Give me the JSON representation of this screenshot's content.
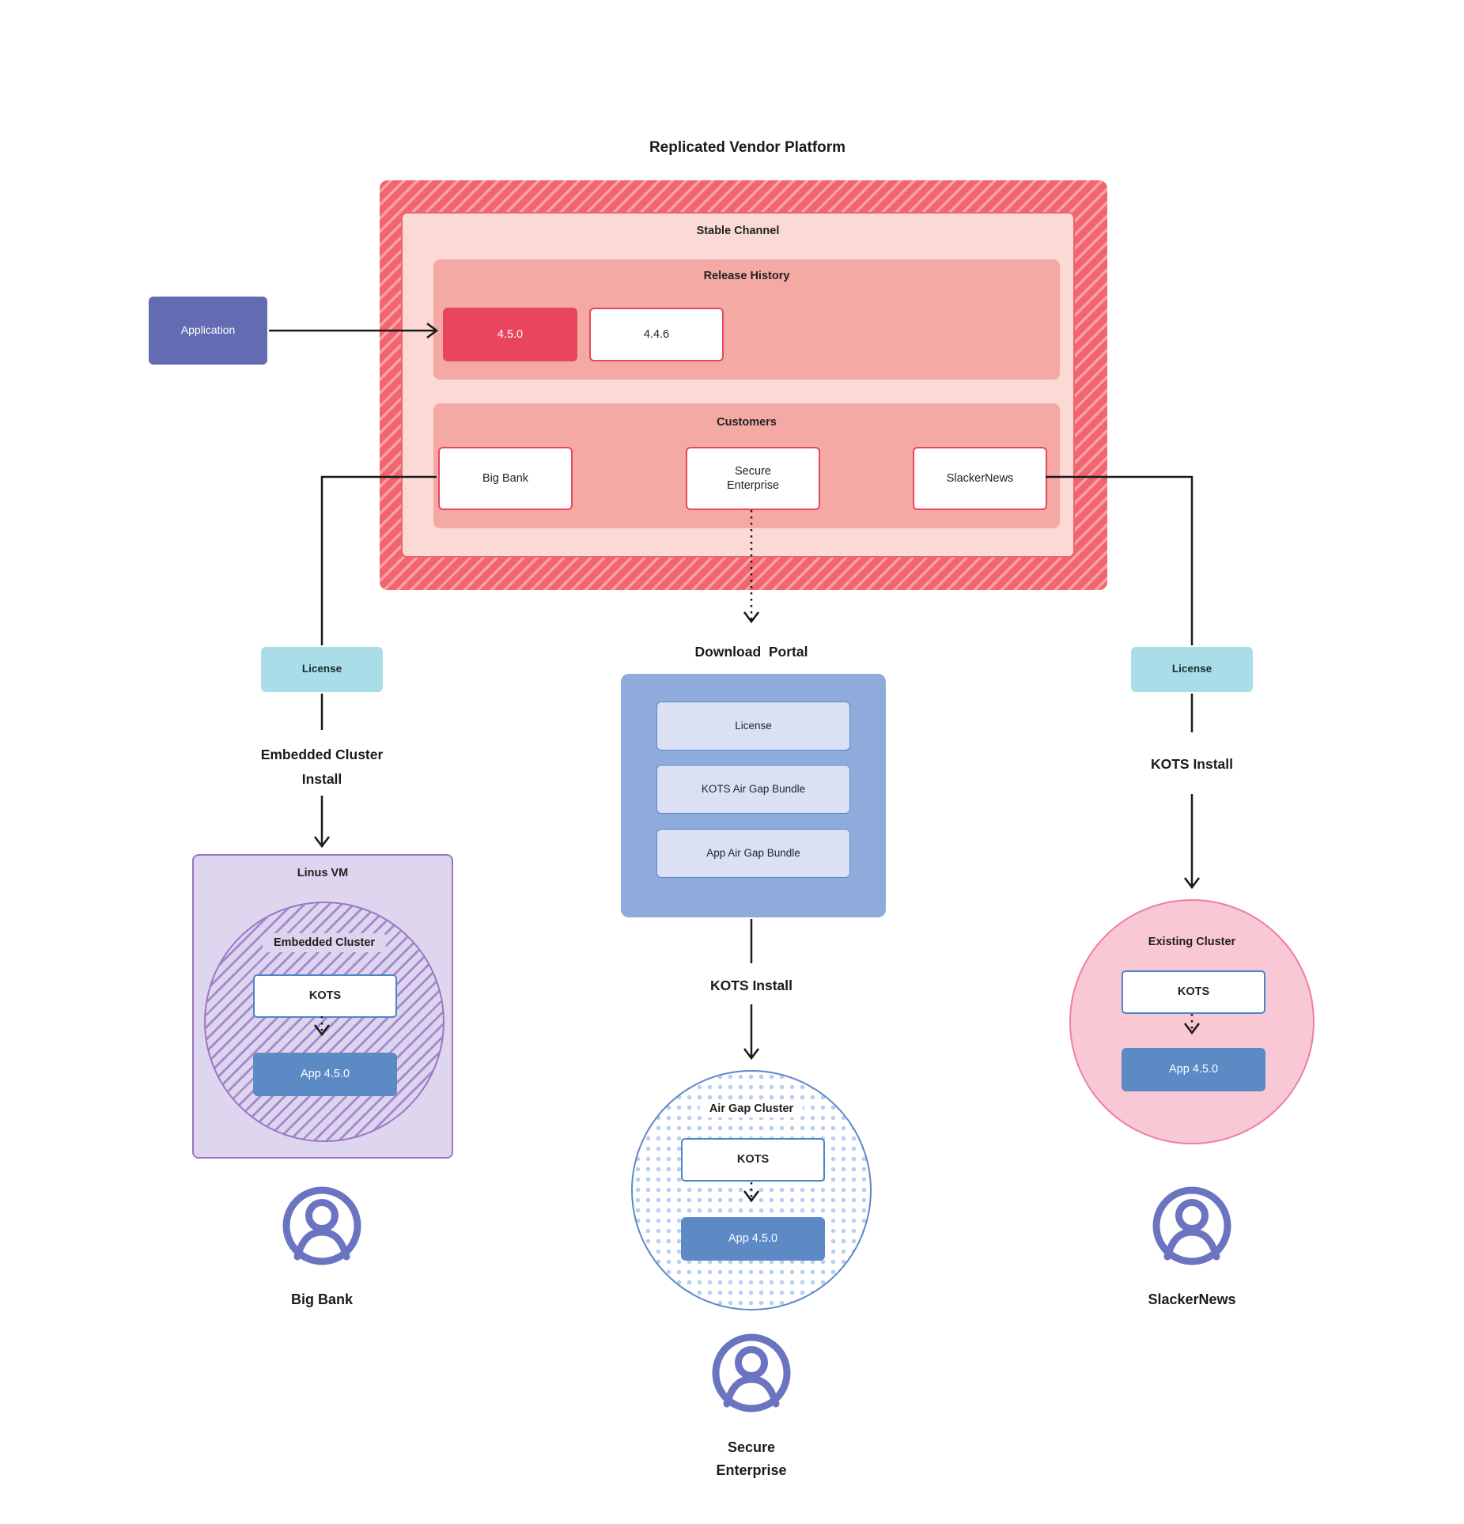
{
  "title": "Replicated Vendor Platform",
  "palette": {
    "hatch_red": "#f2646e",
    "hatch_red_light": "#f7a2a7",
    "stable_bg": "#fbdad6",
    "salmon_bg": "#f5a9a4",
    "crimson": "#e8465f",
    "application_indigo": "#636bb2",
    "license_cyan": "#a9dde7",
    "portal_blue": "#8fabdb",
    "portal_item_bg": "#dbe0f4",
    "app_blue": "#5b8ac5",
    "kots_border_blue": "#4a86c8",
    "vm_purple_bg": "#ded6ee",
    "vm_purple_border": "#9b77c4",
    "cluster_pink_bg": "#f9c8d5",
    "cluster_pink_border": "#ef7da5",
    "person_indigo": "#6b74c0"
  },
  "application": {
    "label": "Application"
  },
  "platform": {
    "stable_channel_label": "Stable Channel",
    "release_history_label": "Release History",
    "releases": [
      "4.5.0",
      "4.4.6"
    ],
    "customers_label": "Customers",
    "customers": [
      "Big Bank",
      "Secure\nEnterprise",
      "SlackerNews"
    ]
  },
  "left_flow": {
    "license_label": "License",
    "step_label": "Embedded Cluster\nInstall",
    "vm_label": "Linus VM",
    "cluster_label": "Embedded Cluster",
    "kots_label": "KOTS",
    "app_label": "App 4.5.0",
    "persona_label": "Big Bank"
  },
  "middle_flow": {
    "portal_label": "Download  Portal",
    "portal_items": [
      "License",
      "KOTS Air Gap Bundle",
      "App Air Gap Bundle"
    ],
    "step_label": "KOTS Install",
    "cluster_label": "Air Gap Cluster",
    "kots_label": "KOTS",
    "app_label": "App 4.5.0",
    "persona_label": "Secure\nEnterprise"
  },
  "right_flow": {
    "license_label": "License",
    "step_label": "KOTS Install",
    "cluster_label": "Existing Cluster",
    "kots_label": "KOTS",
    "app_label": "App 4.5.0",
    "persona_label": "SlackerNews"
  }
}
